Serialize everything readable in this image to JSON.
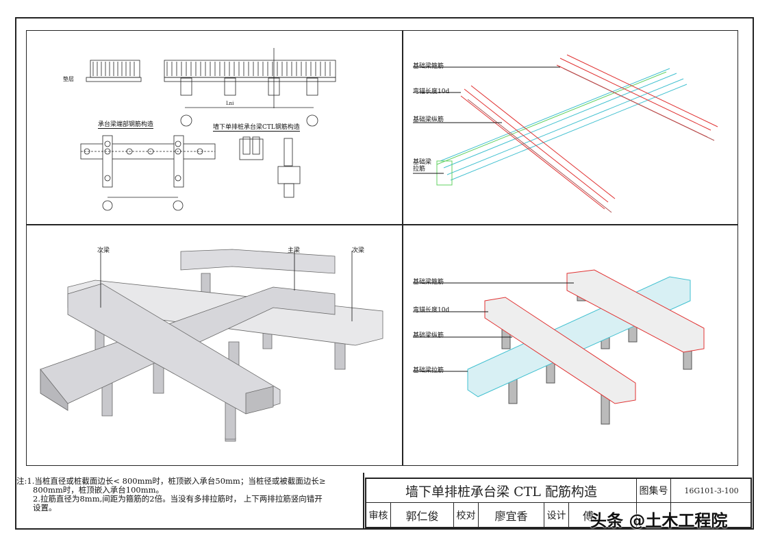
{
  "panels": {
    "top_left": {
      "caption_end": "承台梁端部钢筋构造",
      "caption_main": "墙下单排桩承台梁CTL钢筋构造",
      "label_cushion": "垫层",
      "dim_ln": "Lni"
    },
    "top_right": {
      "labels": [
        "基础梁箍筋",
        "弯锚长度10d",
        "基础梁纵筋",
        "基础梁\n拉筋"
      ]
    },
    "bottom_left": {
      "labels": [
        "次梁",
        "主梁",
        "次梁"
      ]
    },
    "bottom_right": {
      "labels": [
        "基础梁箍筋",
        "弯锚长度10d",
        "基础梁纵筋",
        "基础梁拉筋"
      ]
    }
  },
  "notes": {
    "line1": "注:1.当桩直径或桩截面边长< 800mm时，桩顶嵌入承台50mm；当桩径或被截面边长≥",
    "line2": "800mm时，桩顶嵌入承台100mm。",
    "line3": "2.拉筋直径为8mm,间距为箍筋的2倍。当没有多排拉筋时， 上下两排拉筋竖向错开",
    "line4": "设置。"
  },
  "title_block": {
    "title": "墙下单排桩承台梁 CTL 配筋构造",
    "atlas_label": "图集号",
    "atlas_no": "16G101-3-100",
    "review_label": "审核",
    "reviewer": "郭仁俊",
    "check_label": "校对",
    "checker": "廖宜香",
    "design_label": "设计",
    "designer": "傅"
  },
  "watermark": "头条 @土木工程院",
  "colors": {
    "stirrup": "#e03030",
    "longitudinal": "#40c0d0",
    "tie": "#60d060"
  }
}
